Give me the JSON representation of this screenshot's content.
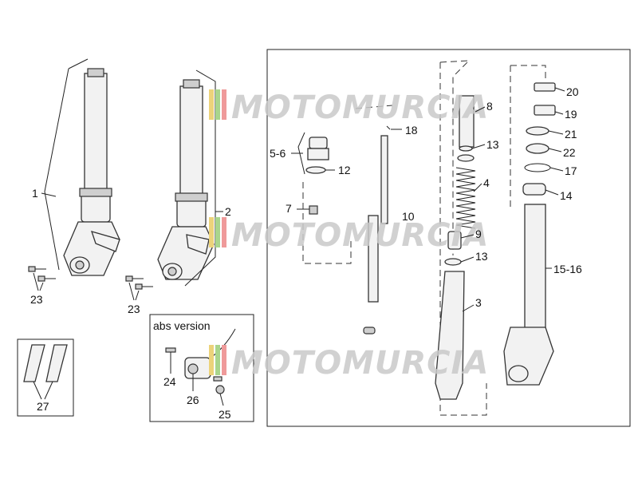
{
  "watermark": {
    "text": "MOTOMURCIA"
  },
  "subtitle": {
    "abs": "abs version"
  },
  "callouts": [
    "1",
    "2",
    "23",
    "23",
    "27",
    "24",
    "26",
    "25",
    "5-6",
    "12",
    "7",
    "18",
    "10",
    "8",
    "13",
    "4",
    "9",
    "13",
    "3",
    "20",
    "19",
    "21",
    "22",
    "17",
    "14",
    "15-16"
  ],
  "colors": {
    "stripe_yellow": "#ecd37a",
    "stripe_green": "#a9d58c",
    "stripe_red": "#ef9a9a",
    "line": "#222222"
  }
}
